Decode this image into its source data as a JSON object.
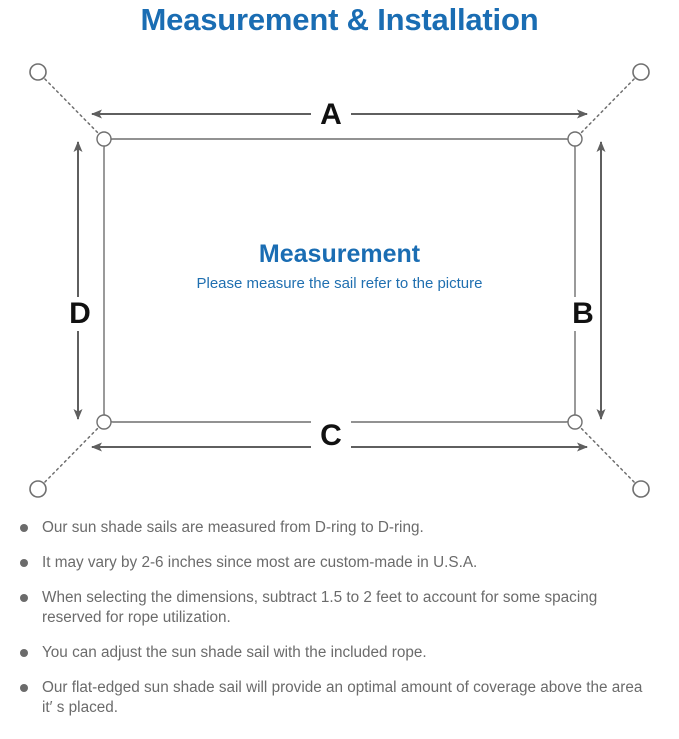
{
  "page": {
    "title": "Measurement & Installation",
    "title_color": "#1a6db3"
  },
  "diagram": {
    "center_title": "Measurement",
    "center_subtitle": "Please measure the sail refer to the picture",
    "dimension_labels": {
      "top": "A",
      "right": "B",
      "bottom": "C",
      "left": "D"
    },
    "colors": {
      "arrow": "#5f5f5f",
      "sail_outline": "#6f6f6f",
      "anchor_ring": "#6f6f6f",
      "rope": "#6f6f6f"
    },
    "icons": {
      "anchor_point": "anchor-ring-icon",
      "d_ring": "d-ring-icon",
      "rope": "rope-dotted-line-icon",
      "arrow": "double-arrow-icon"
    }
  },
  "notes": [
    {
      "text": "Our sun shade sails are measured from D-ring to D-ring."
    },
    {
      "text": "It may vary by 2-6 inches since most are custom-made in U.S.A."
    },
    {
      "text": "When selecting the dimensions, subtract 1.5 to 2 feet to account for some spacing reserved for rope utilization."
    },
    {
      "text": "You can adjust the sun shade sail with the included rope."
    },
    {
      "text": "Our flat-edged sun shade sail will provide an optimal amount of coverage above the area it′  s placed."
    }
  ]
}
